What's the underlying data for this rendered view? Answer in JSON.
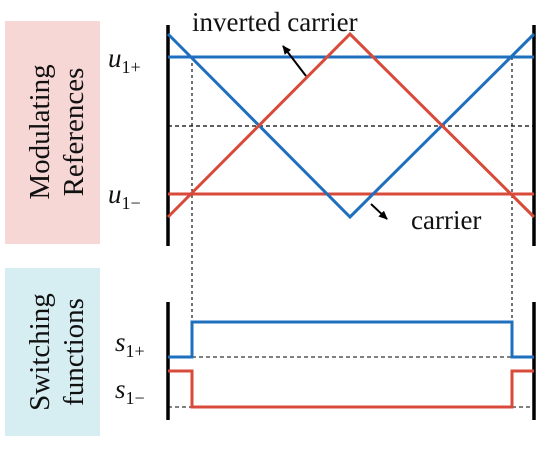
{
  "colors": {
    "pink_box": "#f7d7d6",
    "cyan_box": "#d6eef2",
    "blue": "#1f6fbf",
    "red": "#d84a3a",
    "black": "#000000"
  },
  "labels": {
    "modulating_references": [
      "Modulating",
      "References"
    ],
    "switching_functions": [
      "Switching",
      "functions"
    ],
    "inverted_carrier": "inverted carrier",
    "carrier": "carrier",
    "u_plus": {
      "base": "u",
      "sub": "1+"
    },
    "u_minus": {
      "base": "u",
      "sub": "1−"
    },
    "s_plus": {
      "base": "s",
      "sub": "1+"
    },
    "s_minus": {
      "base": "s",
      "sub": "1−"
    }
  }
}
